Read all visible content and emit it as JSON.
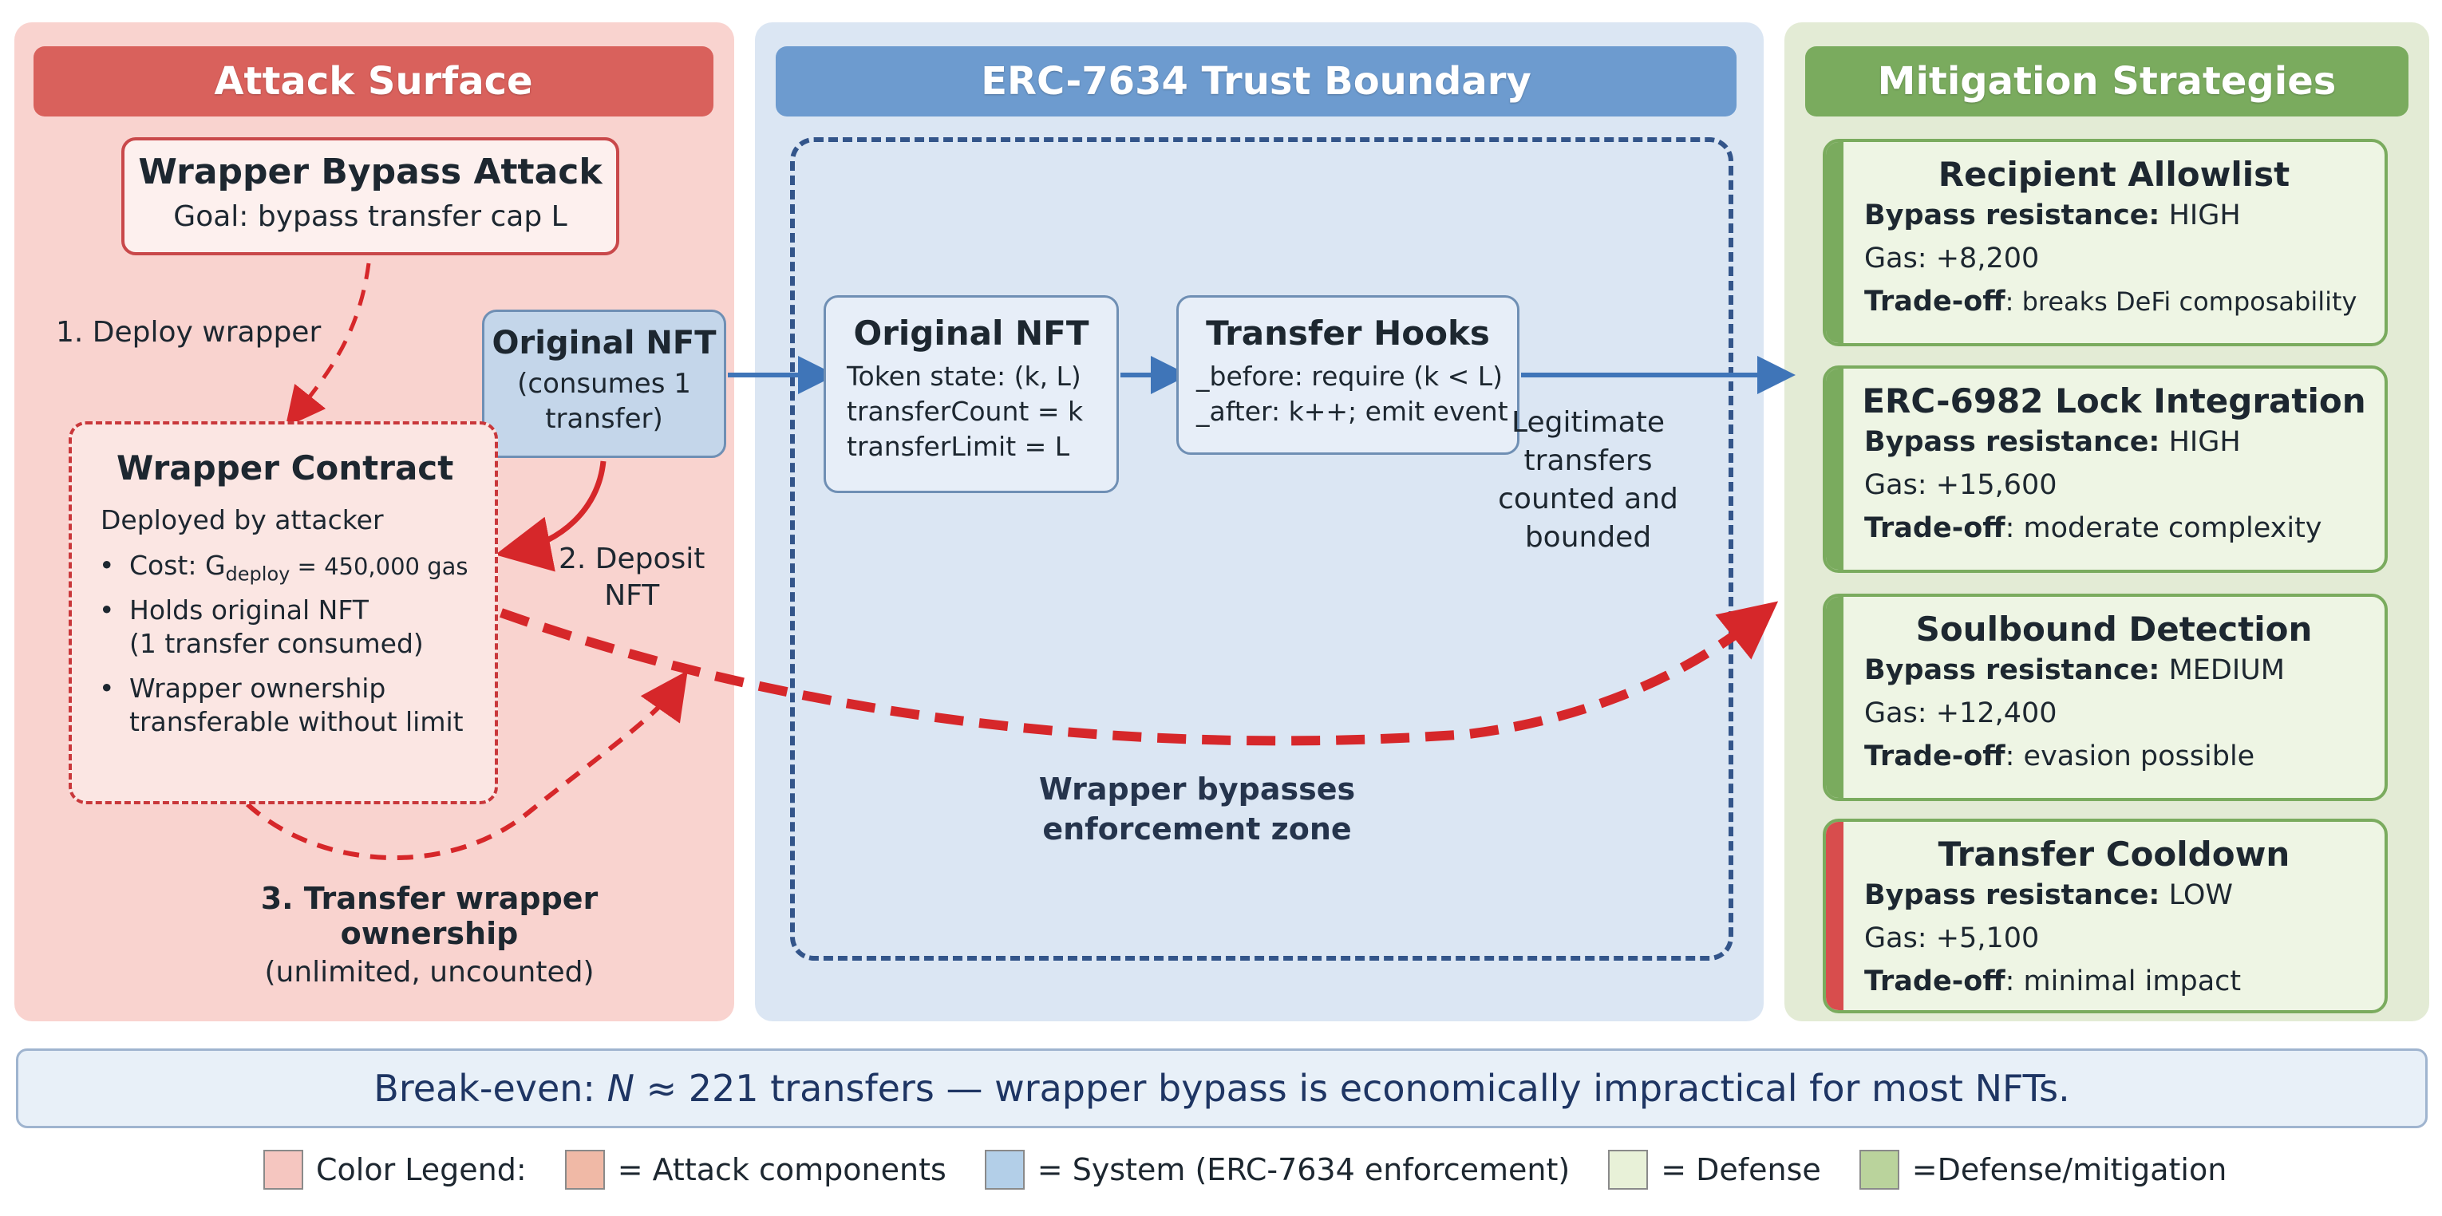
{
  "panels": {
    "attack_title": "Attack Surface",
    "system_title": "ERC-7634 Trust Boundary",
    "defense_title": "Mitigation Strategies"
  },
  "attack": {
    "bypass_title": "Wrapper Bypass Attack",
    "bypass_goal": "Goal: bypass transfer cap L",
    "step1": "1. Deploy wrapper",
    "step2_line1": "2. Deposit",
    "step2_line2": "NFT",
    "step3_line1": "3. Transfer wrapper ownership",
    "step3_line2": "(unlimited, uncounted)",
    "wrapper_title": "Wrapper Contract",
    "wrapper_sub": "Deployed by attacker",
    "bullet_cost_prefix": "Cost: G",
    "bullet_cost_sub": "deploy",
    "bullet_cost_suffix": " = 450,000 gas",
    "bullet_holds_1": "Holds original NFT",
    "bullet_holds_2": "(1 transfer consumed)",
    "bullet_ownership_1": "Wrapper ownership",
    "bullet_ownership_2": "transferable without limit",
    "orig_title": "Original NFT",
    "orig_line1": "(consumes 1",
    "orig_line2": "transfer)"
  },
  "system": {
    "nft_title": "Original NFT",
    "nft_line1": "Token state: (k, L)",
    "nft_line2": "transferCount = k",
    "nft_line3": "transferLimit = L",
    "hooks_title": "Transfer Hooks",
    "hooks_line1": "_before: require (k < L)",
    "hooks_line2": "_after: k++; emit event",
    "legit_1": "Legitimate",
    "legit_2": "transfers",
    "legit_3": "counted and",
    "legit_4": "bounded",
    "bypass_zone_1": "Wrapper bypasses",
    "bypass_zone_2": "enforcement zone"
  },
  "mitigations": [
    {
      "title": "Recipient Allowlist",
      "resistance_label": "Bypass resistance:",
      "resistance": " HIGH",
      "gas": "Gas: +8,200",
      "tradeoff_label": "Trade-off",
      "tradeoff": ": breaks DeFi composability",
      "stripe": "#7aab5e"
    },
    {
      "title": "ERC-6982 Lock Integration",
      "resistance_label": "Bypass resistance:",
      "resistance": " HIGH",
      "gas": "Gas: +15,600",
      "tradeoff_label": "Trade-off",
      "tradeoff": ": moderate complexity",
      "stripe": "#7aab5e"
    },
    {
      "title": "Soulbound Detection",
      "resistance_label": "Bypass resistance:",
      "resistance": " MEDIUM",
      "gas": "Gas: +12,400",
      "tradeoff_label": "Trade-off",
      "tradeoff": ": evasion possible",
      "stripe": "#7aab5e"
    },
    {
      "title": "Transfer Cooldown",
      "resistance_label": "Bypass resistance:",
      "resistance": " LOW",
      "gas": "Gas: +5,100",
      "tradeoff_label": "Trade-off",
      "tradeoff": ": minimal impact",
      "stripe": "#d84d4d"
    }
  ],
  "breakeven": {
    "prefix": "Break-even: ",
    "n": "N",
    "rest": " ≈ 221 transfers — wrapper bypass is economically impractical for most NFTs."
  },
  "legend": [
    {
      "label": "Color Legend:",
      "color": "#f5c6c0"
    },
    {
      "label": "= Attack components",
      "color": "#f0b9a6"
    },
    {
      "label": "= System (ERC-7634 enforcement)",
      "color": "#b3cfe8"
    },
    {
      "label": "= Defense",
      "color": "#e8f1d8"
    },
    {
      "label": "=Defense/mitigation",
      "color": "#bad39c"
    }
  ],
  "colors": {
    "attack_arrow": "#d6272a",
    "system_arrow": "#3f75b8"
  }
}
